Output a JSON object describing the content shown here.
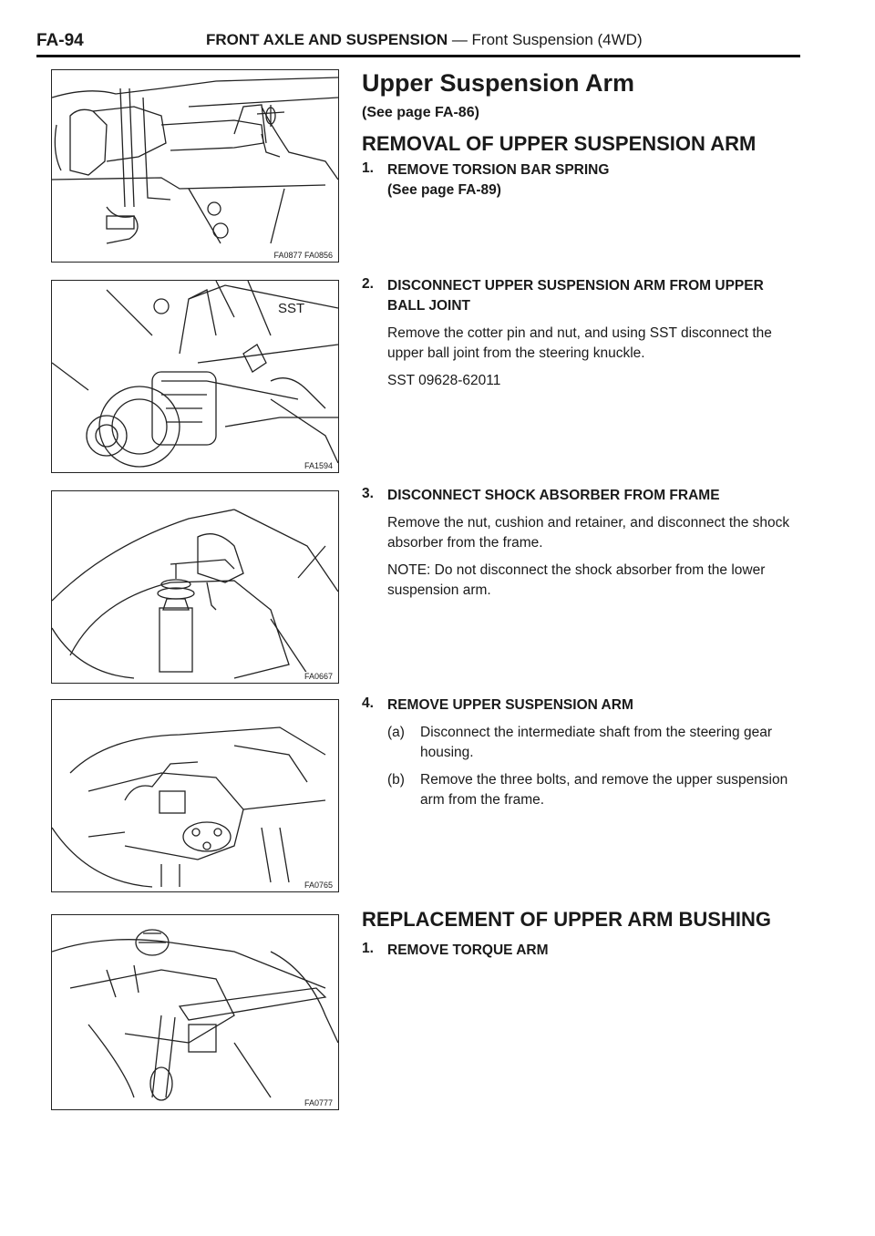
{
  "header": {
    "page_id": "FA-94",
    "section": "FRONT AXLE AND SUSPENSION",
    "subsection": " — Front Suspension (4WD)"
  },
  "figures": [
    {
      "code": "FA0877 FA0856"
    },
    {
      "code": "FA1594",
      "label": "SST"
    },
    {
      "code": "FA0667"
    },
    {
      "code": "FA0765"
    },
    {
      "code": "FA0777"
    }
  ],
  "content": {
    "title": "Upper Suspension Arm",
    "see_page": "(See page FA-86)",
    "removal_heading": "REMOVAL OF UPPER SUSPENSION ARM",
    "steps": [
      {
        "num": "1.",
        "title_line1": "REMOVE TORSION BAR SPRING",
        "title_line2": "(See page FA-89)"
      },
      {
        "num": "2.",
        "title": "DISCONNECT UPPER SUSPENSION ARM FROM UPPER BALL JOINT",
        "body": "Remove the cotter pin and nut, and using SST disconnect the upper ball joint from the steering knuckle.",
        "sst": "SST 09628-62011"
      },
      {
        "num": "3.",
        "title": "DISCONNECT SHOCK ABSORBER FROM FRAME",
        "body": "Remove the nut, cushion and retainer, and disconnect the shock absorber from the frame.",
        "note": "NOTE:  Do not disconnect the shock absorber from the lower suspension arm."
      },
      {
        "num": "4.",
        "title": "REMOVE UPPER SUSPENSION ARM",
        "subs": [
          {
            "label": "(a)",
            "text": "Disconnect the intermediate shaft from the steering gear housing."
          },
          {
            "label": "(b)",
            "text": "Remove the three bolts, and remove the upper suspension arm from the frame."
          }
        ]
      }
    ],
    "replacement_heading": "REPLACEMENT OF UPPER ARM BUSHING",
    "replacement_step": {
      "num": "1.",
      "title": "REMOVE TORQUE ARM"
    }
  }
}
